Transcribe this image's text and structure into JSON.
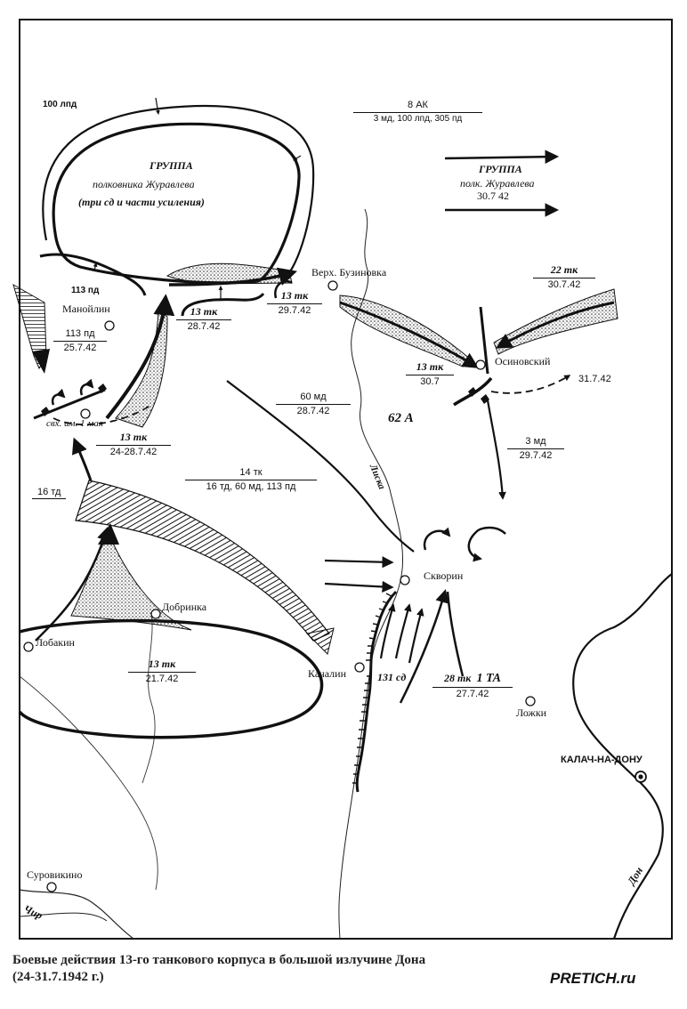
{
  "units": {
    "lpd100": "100 лпд",
    "ak8": {
      "top": "8 АК",
      "bottom": "3 мд, 100 лпд, 305 пд"
    },
    "group_main": {
      "l1": "ГРУППА",
      "l2": "полковника   Журавлева",
      "l3": "(три  сд  и  части  усиления)"
    },
    "group_small": {
      "top": "ГРУППА",
      "bottom": "полк. Журавлева",
      "date": "30.7 42"
    },
    "pd113": "113 пд",
    "pd113_frac": {
      "top": "113 пд",
      "bottom": "25.7.42"
    },
    "tk13_a": {
      "top": "13 тк",
      "bottom": "28.7.42"
    },
    "tk13_b": {
      "top": "13 тк",
      "bottom": "29.7.42"
    },
    "tk13_c": {
      "top": "13 тк",
      "bottom": "30.7"
    },
    "tk13_d": {
      "top": "13 тк",
      "bottom": "24-28.7.42"
    },
    "tk13_e": {
      "top": "13 тк",
      "bottom": "21.7.42"
    },
    "tk22": {
      "top": "22 тк",
      "bottom": "30.7.42"
    },
    "date_31": "31.7.42",
    "md60": {
      "top": "60 мд",
      "bottom": "28.7.42"
    },
    "md3": {
      "top": "3 мд",
      "bottom": "29.7.42"
    },
    "army62": "62 А",
    "tk14": {
      "top": "14 тк",
      "bottom": "16 тд, 60 мд, 113 пд"
    },
    "td16": "16 тд",
    "sd131": "131 сд",
    "tk28": "28 тк",
    "ta1": "1 ТА",
    "date_27": "27.7.42"
  },
  "places": {
    "manoilin": "Манойлин",
    "sovkhoz": "свх.  им.  1 мая",
    "verkh": "Верх. Бузиновка",
    "osinovsky": "Осиновский",
    "skvorin": "Скворин",
    "dobrinka": "Добринка",
    "lobakin": "Лобакин",
    "kachalin": "Качалин",
    "lozhki": "Ложки",
    "kalach": "КАЛАЧ-НА-ДОНУ",
    "surovikino": "Суровикино"
  },
  "rivers": {
    "liska": "Лиска",
    "don": "Дон",
    "chir": "Чир"
  },
  "caption": {
    "line1": "Боевые действия 13-го танкового корпуса в большой излучине Дона",
    "line2": "(24-31.7.1942 г.)"
  },
  "brand": "PRETICH.ru"
}
